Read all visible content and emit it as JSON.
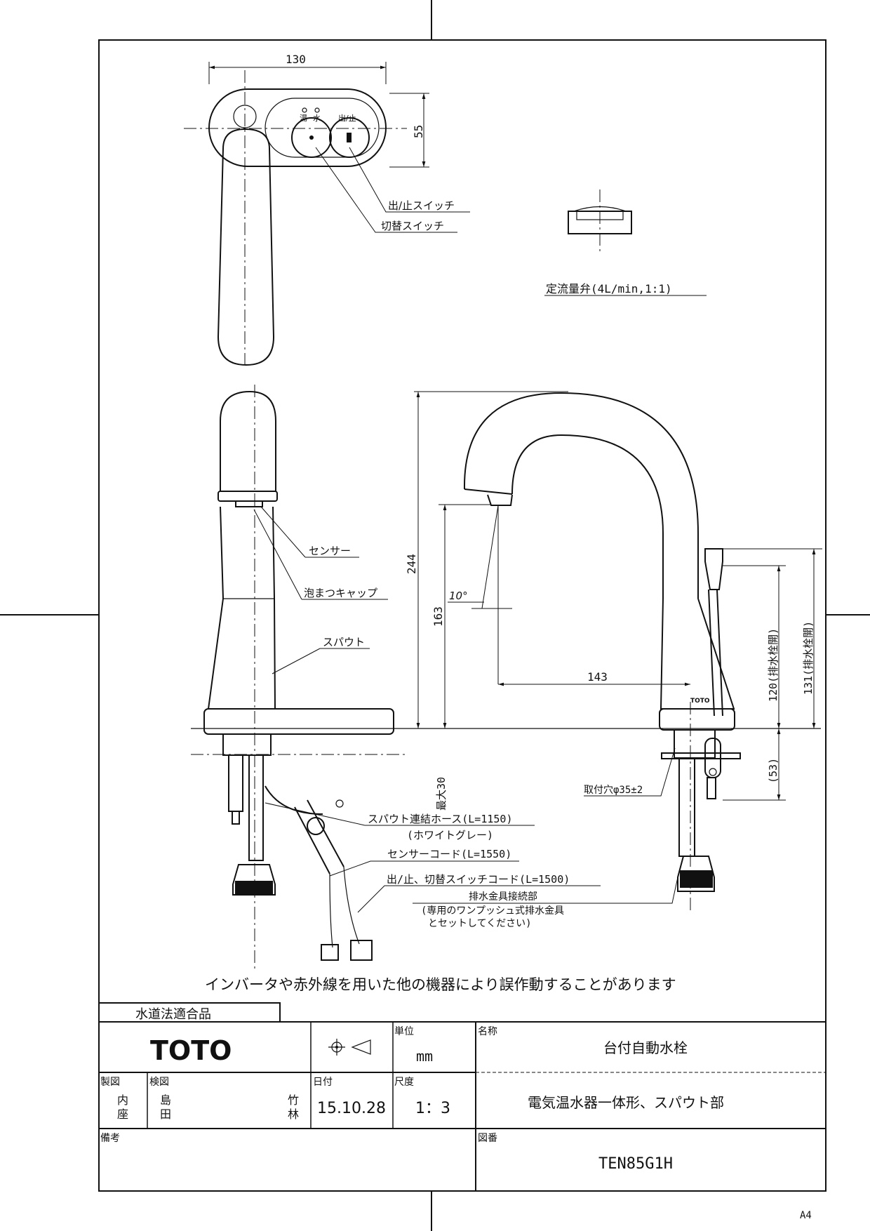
{
  "top_view": {
    "width_dim": "130",
    "depth_dim": "55",
    "hot_label": "湯",
    "cold_label": "水",
    "onoff_label": "出/止"
  },
  "callouts": {
    "onoff_switch": "出/止スイッチ",
    "change_switch": "切替スイッチ",
    "flow_valve": "定流量弁(4L/min,1:1)",
    "sensor": "センサー",
    "aerator_cap": "泡まつキャップ",
    "spout": "スパウト",
    "hose_line1": "スパウト連結ホース(L=1150)",
    "hose_line2": "(ホワイトグレー)",
    "sensor_cord": "センサーコード(L=1550)",
    "switch_cord": "出/止、切替スイッチコード(L=1500)",
    "drain_line1": "排水金具接続部",
    "drain_line2": "(専用のワンプッシュ式排水金具",
    "drain_line3": "とセットしてください)",
    "mount_hole": "取付穴φ35±2"
  },
  "dimensions": {
    "height": "244",
    "outlet_height": "163",
    "angle": "10°",
    "reach": "143",
    "drain_open_120": "120(排水栓開)",
    "drain_open_131": "131(排水栓開)",
    "below_53": "(53)",
    "max30": "最大30"
  },
  "brand_mark": "TOTO",
  "warning": "インバータや赤外線を用いた他の機器により誤作動することがあります",
  "title_block": {
    "certification": "水道法適合品",
    "company": "TOTO",
    "unit_label": "単位",
    "unit_value": "mm",
    "name_label": "名称",
    "name_value": "台付自動水栓",
    "drawn_label": "製図",
    "drawn_by": [
      "内",
      "座"
    ],
    "checked_label": "検図",
    "checked_by_left": [
      "島",
      "田"
    ],
    "checked_by_right": [
      "竹",
      "林"
    ],
    "date_label": "日付",
    "date_value": "15.10.28",
    "scale_label": "尺度",
    "scale_value": "1：3",
    "subtitle": "電気温水器一体形、スパウト部",
    "remarks_label": "備考",
    "drawing_no_label": "図番",
    "drawing_no": "TEN85G1H"
  },
  "paper_size": "A4"
}
